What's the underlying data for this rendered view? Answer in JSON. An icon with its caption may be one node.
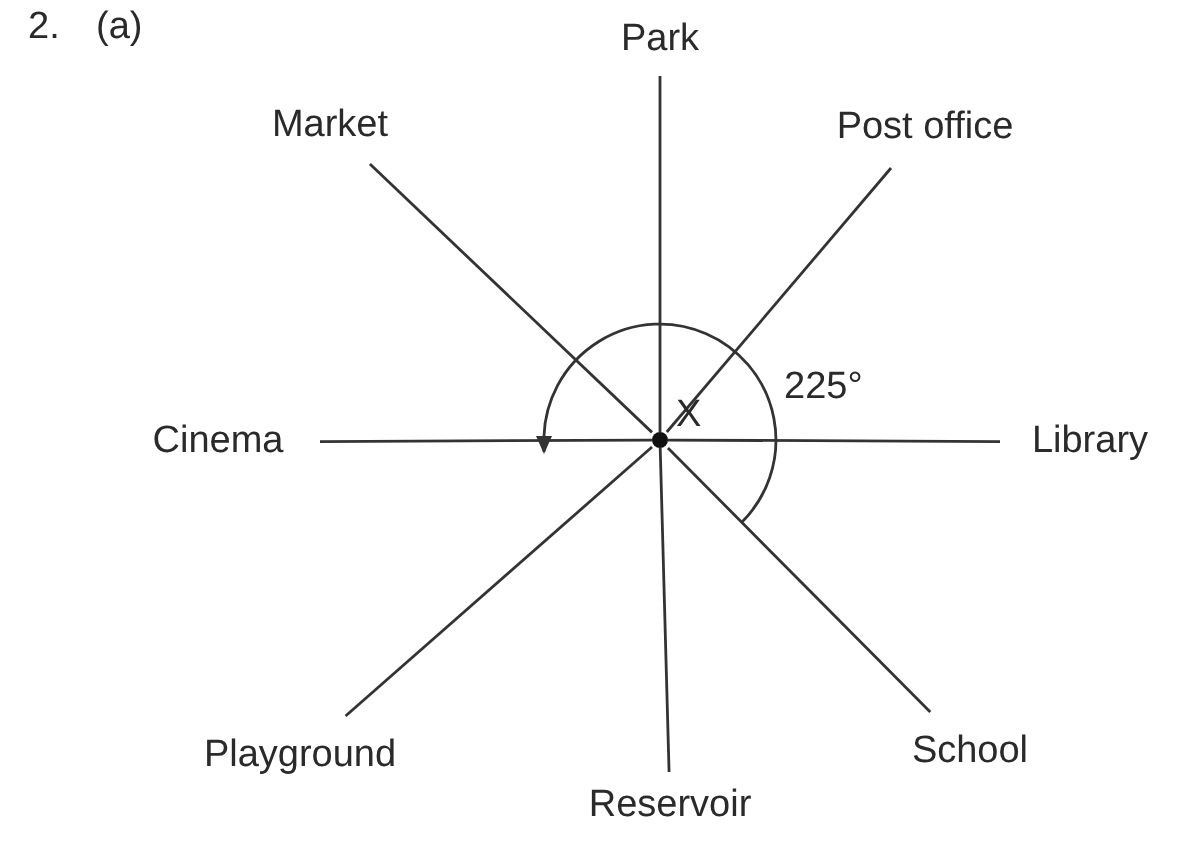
{
  "diagram": {
    "nodes": [
      {
        "text": [],
        "shape": "circle"
      },
      {
        "text": [
          "Park"
        ]
      },
      {
        "text": [
          "Market"
        ]
      },
      {
        "text": [
          "Post office"
        ]
      },
      {
        "text": [
          "Cinema"
        ]
      },
      {
        "text": [
          "Library"
        ]
      },
      {
        "text": [
          "Playground"
        ]
      },
      {
        "text": [
          "School"
        ]
      },
      {
        "text": [
          "Reservoir"
        ]
      }
    ],
    "edges": [
      {
        "from": 0,
        "to": 1,
        "arrow": "none"
      },
      {
        "from": 0,
        "to": 2,
        "arrow": "none"
      },
      {
        "from": 0,
        "to": 3,
        "arrow": "none"
      },
      {
        "from": 0,
        "to": 4,
        "arrow": "none"
      },
      {
        "from": 0,
        "to": 5,
        "arrow": "none"
      },
      {
        "from": 0,
        "to": 6,
        "arrow": "none"
      },
      {
        "from": 0,
        "to": 7,
        "arrow": "none"
      },
      {
        "from": 0,
        "to": 8,
        "arrow": "none"
      }
    ],
    "labels": [
      "2.",
      "(a)",
      "X",
      "225°"
    ]
  }
}
